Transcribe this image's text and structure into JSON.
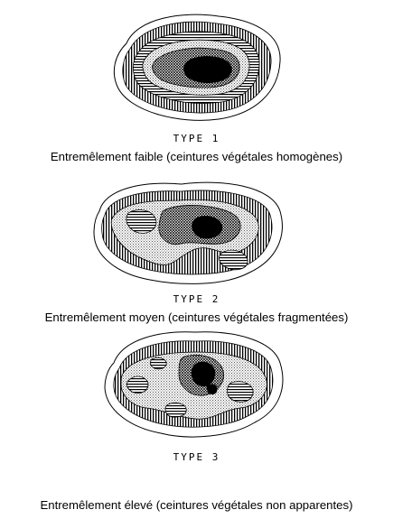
{
  "figure": {
    "panels": [
      {
        "type_label": "TYPE  1",
        "caption": "Entremêlement faible (ceintures végétales homogènes)"
      },
      {
        "type_label": "TYPE  2",
        "caption": "Entremêlement moyen (ceintures végétales fragmentées)"
      },
      {
        "type_label": "TYPE  3",
        "caption": "Entremêlement élevé (ceintures végétales non apparentes)"
      }
    ]
  }
}
